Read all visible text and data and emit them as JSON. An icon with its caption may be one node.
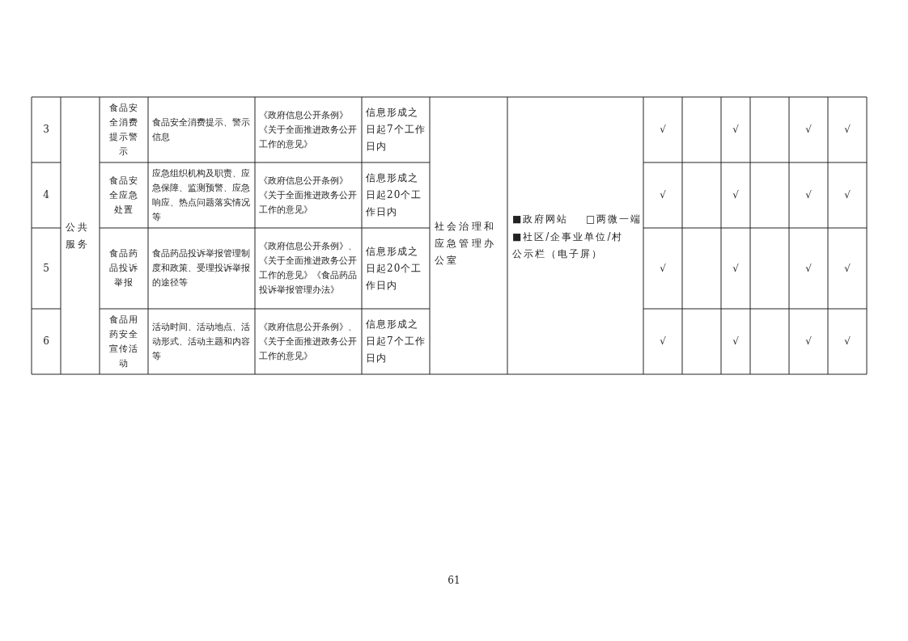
{
  "diagram": {
    "labels": [
      "3",
      "公共服务",
      "食品安全消费提示警示",
      "食品安全消费提示、警示信息",
      "《政府信息公开条例》《关于全面推进政务公开工作的意见》",
      "信息形成之日起7个工作日内",
      "社会治理和应急管理办公室",
      "■政府网站",
      "□两微一端",
      "■社区/企事业单位/村公示栏（电子屏）",
      "√",
      "√",
      "√",
      "√",
      "4",
      "食品安全应急处置",
      "应急组织机构及职责、应急保障、监测预警、应急响应、热点问题落实情况等",
      "《政府信息公开条例》《关于全面推进政务公开工作的意见》",
      "信息形成之日起20个工作日内",
      "√",
      "√",
      "√",
      "√",
      "5",
      "食品药品投诉举报",
      "食品药品投诉举报管理制度和政策、受理投诉举报的途径等",
      "《政府信息公开条例》、《关于全面推进政务公开工作的意见》《食品药品投诉举报管理办法》",
      "信息形成之日起20个工作日内",
      "√",
      "√",
      "√",
      "√",
      "6",
      "食品用药安全宣传活动",
      "活动时间、活动地点、活动形式、活动主题和内容等",
      "《政府信息公开条例》、《关于全面推进政务公开工作的意见》",
      "信息形成之日起7个工作日内",
      "√",
      "√",
      "√",
      "√",
      "61"
    ]
  }
}
